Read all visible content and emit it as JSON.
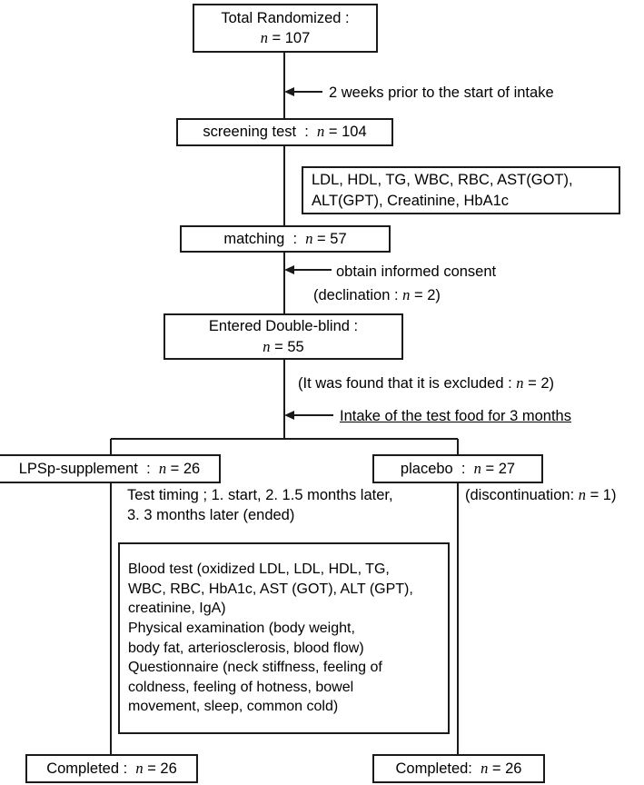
{
  "diagram": {
    "title": "Clinical trial participant flow diagram",
    "stroke_color": "#1a1a1a",
    "background": "#ffffff"
  },
  "nodes": {
    "total_randomized": {
      "line1": "Total Randomized :",
      "line2": "n = 107"
    },
    "screening_test": {
      "line1": "screening test  :  n = 104"
    },
    "lab_panel": {
      "line1": "LDL, HDL, TG, WBC, RBC, AST(GOT),",
      "line2": "ALT(GPT), Creatinine, HbA1c"
    },
    "matching": {
      "line1": "matching  :  n = 57"
    },
    "entered_double_blind": {
      "line1": "Entered Double-blind :",
      "line2": "n = 55"
    },
    "lpsp_supplement": {
      "line1": "LPSp-supplement  :  n = 26"
    },
    "placebo": {
      "line1": "placebo  :  n = 27"
    },
    "measurements": {
      "line1": "Blood test (oxidized LDL, LDL, HDL, TG,",
      "line2": "WBC, RBC, HbA1c, AST (GOT), ALT (GPT),",
      "line3": "creatinine, IgA)",
      "line4": "Physical examination (body weight,",
      "line5": "body fat, arteriosclerosis, blood flow)",
      "line6": "Questionnaire (neck stiffness, feeling of",
      "line7": "coldness, feeling of hotness, bowel",
      "line8": "movement, sleep, common cold)"
    },
    "completed_left": {
      "line1": "Completed :  n = 26"
    },
    "completed_right": {
      "line1": "Completed:  n = 26"
    }
  },
  "annotations": {
    "two_weeks_prior": "2 weeks prior to the start of intake",
    "obtain_consent": "obtain informed consent",
    "declination": "(declination : n = 2)",
    "excluded": "(It was found that it is excluded : n = 2)",
    "intake_test_food": "Intake of the test food for 3 months",
    "test_timing_line1": "Test timing ; 1. start, 2. 1.5 months later,",
    "test_timing_line2": "3. 3 months later (ended)",
    "discontinuation": "(discontinuation: n = 1)"
  }
}
